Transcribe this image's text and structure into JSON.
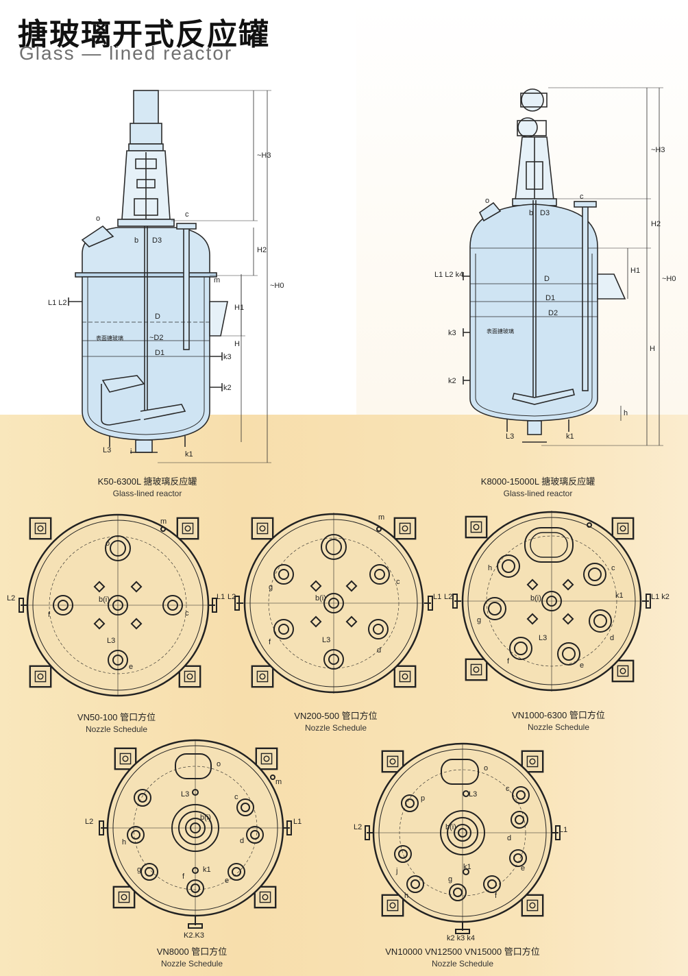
{
  "title": {
    "cn": "搪玻璃开式反应罐",
    "en": "Glass — lined reactor"
  },
  "reactors": [
    {
      "caption_cn": "K50-6300L 搪玻璃反应罐",
      "caption_en": "Glass-lined reactor",
      "labels": {
        "o": "o",
        "b": "b",
        "d3": "D3",
        "c": "c",
        "h3": "~H3",
        "h2": "H2",
        "h1": "H1",
        "h0": "~H0",
        "h": "H",
        "l1l2": "L1 L2",
        "m": "m",
        "d": "D",
        "d2": "~D2",
        "d1": "D1",
        "k3": "k3",
        "k2": "k2",
        "l3": "L3",
        "k1": "k1",
        "i": "i",
        "lining": "表面搪玻璃"
      }
    },
    {
      "caption_cn": "K8000-15000L 搪玻璃反应罐",
      "caption_en": "Glass-lined reactor",
      "labels": {
        "o": "o",
        "b": "b",
        "d3": "D3",
        "c": "c",
        "h3": "~H3",
        "h2": "H2",
        "h1": "H1",
        "h0": "~H0",
        "h": "H",
        "hsmall": "h",
        "l1l2": "L1 L2 k4",
        "d": "D",
        "d1": "D1",
        "d2": "D2",
        "k3": "k3",
        "k2": "k2",
        "l3": "L3",
        "k1": "k1",
        "lining": "表面搪玻璃"
      }
    }
  ],
  "schedules": [
    {
      "caption_cn": "VN50-100 管口方位",
      "caption_en": "Nozzle Schedule",
      "labels": {
        "o": "o",
        "m": "m",
        "l1": "L1",
        "l2": "L2",
        "b": "b(i)",
        "f": "f",
        "c": "c",
        "l3": "L3",
        "e": "e"
      }
    },
    {
      "caption_cn": "VN200-500 管口方位",
      "caption_en": "Nozzle Schedule",
      "labels": {
        "m": "m",
        "l1": "L1",
        "l2": "L2",
        "g": "g",
        "c": "c",
        "b": "b(i)",
        "f": "f",
        "d": "d",
        "l3": "L3"
      }
    },
    {
      "caption_cn": "VN1000-6300 管口方位",
      "caption_en": "Nozzle Schedule",
      "labels": {
        "l2": "L2",
        "l1k2": "L1 k2",
        "h": "h",
        "g": "g",
        "b": "b(i)",
        "k1": "k1",
        "c": "c",
        "d": "d",
        "f": "f",
        "e": "e",
        "l3": "L3"
      }
    },
    {
      "caption_cn": "VN8000 管口方位",
      "caption_en": "Nozzle Schedule",
      "labels": {
        "o": "o",
        "m": "m",
        "l3": "L3",
        "c": "c",
        "l2": "L2",
        "l1": "L1",
        "b": "b(i)",
        "h": "h",
        "d": "d",
        "g": "g",
        "k1": "k1",
        "f": "f",
        "e": "e",
        "k2k3": "K2.K3"
      }
    },
    {
      "caption_cn": "VN10000 VN12500 VN15000 管口方位",
      "caption_en": "Nozzle Schedule",
      "labels": {
        "o": "o",
        "l3": "L3",
        "p": "p",
        "c": "c",
        "l2": "L2",
        "l1": "L1",
        "b": "b(i)",
        "j": "j",
        "d": "d",
        "k1": "k1",
        "e": "e",
        "h": "h",
        "g": "g",
        "f": "f",
        "k2k3k4": "k2 k3 k4"
      }
    }
  ],
  "colors": {
    "vessel_fill": "#cfe4f3",
    "line": "#2a2a2a",
    "bg_warm": "#f8e2b0"
  }
}
